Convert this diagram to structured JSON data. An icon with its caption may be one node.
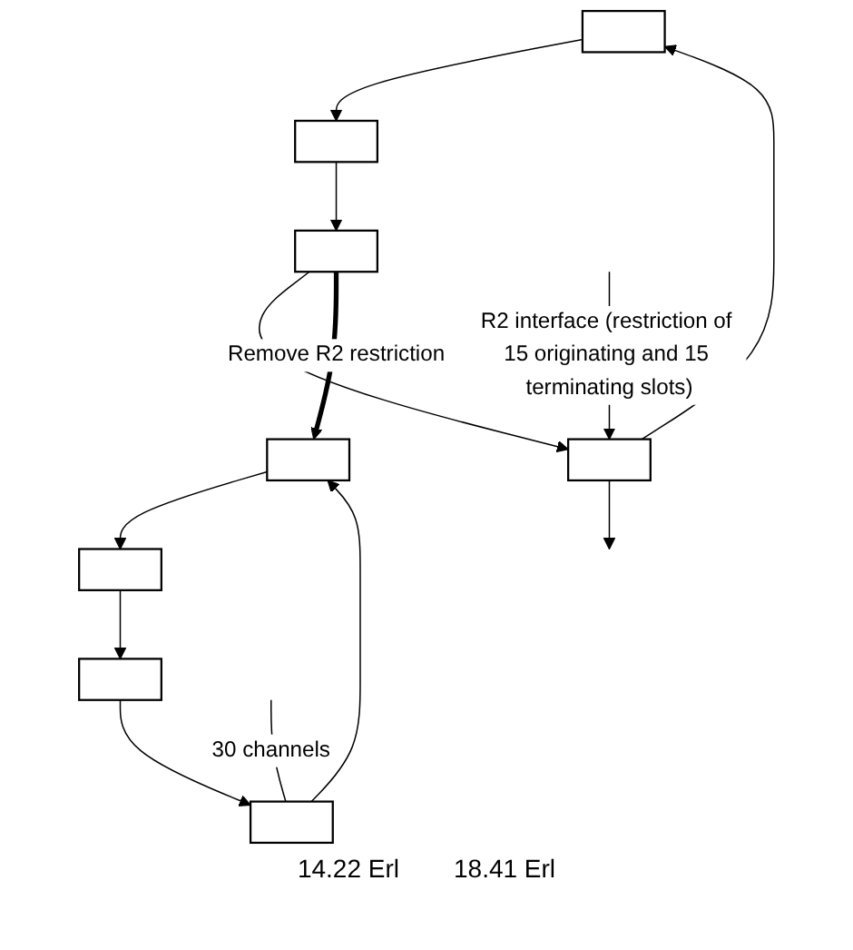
{
  "diagram": {
    "nodes": [
      {
        "text": [],
        "shape": "box"
      },
      {
        "text": [],
        "shape": "box"
      },
      {
        "text": [],
        "shape": "box"
      },
      {
        "text": [],
        "shape": "box"
      },
      {
        "text": [],
        "shape": "box"
      },
      {
        "text": [],
        "shape": "box"
      },
      {
        "text": [],
        "shape": "box"
      },
      {
        "text": [],
        "shape": "box"
      }
    ],
    "edges": [
      {
        "from": 1,
        "to": 0,
        "arrow": "to"
      },
      {
        "from": 0,
        "to": 2,
        "arrow": "to"
      },
      {
        "from": 2,
        "to": 3,
        "arrow": "to"
      },
      {
        "from": 3,
        "to": 1,
        "arrow": "to"
      },
      {
        "from": 1,
        "to": null,
        "arrow": "to"
      },
      {
        "from": null,
        "to": 1,
        "arrow": "to",
        "label": "R2 interface (restriction of 15 originating and 15 terminating slots)"
      },
      {
        "from": 3,
        "to": 4,
        "arrow": "to",
        "label": "Remove R2 restriction",
        "style": "thick"
      },
      {
        "from": 5,
        "to": 4,
        "arrow": "to"
      },
      {
        "from": 4,
        "to": 6,
        "arrow": "to"
      },
      {
        "from": 6,
        "to": 7,
        "arrow": "to"
      },
      {
        "from": 7,
        "to": 5,
        "arrow": "to"
      },
      {
        "from": null,
        "to": 5,
        "arrow": "none",
        "label": "30 channels"
      }
    ],
    "labels": [
      "14.22 Erl",
      "18.41 Erl"
    ]
  }
}
